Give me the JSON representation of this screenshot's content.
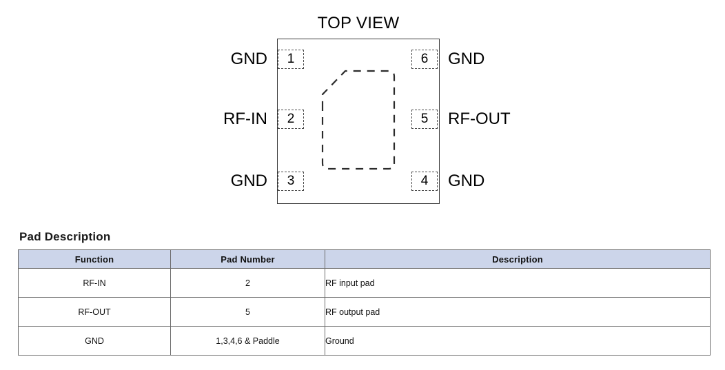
{
  "diagram": {
    "title": "TOP VIEW",
    "pins": [
      {
        "number": "1",
        "label": "GND",
        "side": "left"
      },
      {
        "number": "2",
        "label": "RF-IN",
        "side": "left"
      },
      {
        "number": "3",
        "label": "GND",
        "side": "left"
      },
      {
        "number": "4",
        "label": "GND",
        "side": "right"
      },
      {
        "number": "5",
        "label": "RF-OUT",
        "side": "right"
      },
      {
        "number": "6",
        "label": "GND",
        "side": "right"
      }
    ],
    "paddle_name": "exposed-paddle",
    "outline_color": "#3a3a3a",
    "pad_color": "#4a4a4a"
  },
  "pad_description": {
    "heading": "Pad Description",
    "header_background": "#ccd5ea",
    "columns": [
      "Function",
      "Pad Number",
      "Description"
    ],
    "rows": [
      {
        "function": "RF-IN",
        "pad_number": "2",
        "description": "RF input pad"
      },
      {
        "function": "RF-OUT",
        "pad_number": "5",
        "description": "RF output pad"
      },
      {
        "function": "GND",
        "pad_number": "1,3,4,6 & Paddle",
        "description": "Ground"
      }
    ]
  }
}
